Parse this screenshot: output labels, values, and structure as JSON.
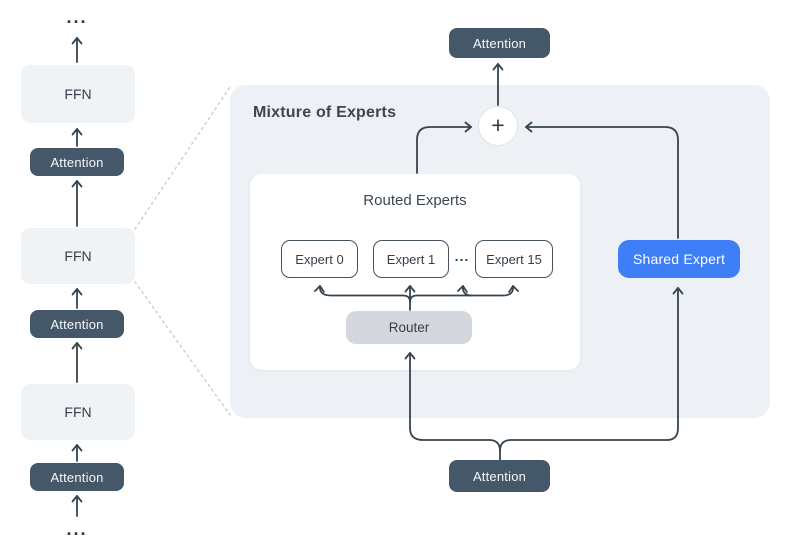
{
  "transformer_stack": {
    "dots_top": "...",
    "dots_bottom": "...",
    "blocks": [
      "FFN",
      "Attention",
      "FFN",
      "Attention",
      "FFN",
      "Attention"
    ]
  },
  "attention_top_label": "Attention",
  "attention_bottom_label": "Attention",
  "moe": {
    "title": "Mixture of Experts",
    "plus_label": "+",
    "routed_experts": {
      "title": "Routed Experts",
      "experts": [
        "Expert 0",
        "Expert 1",
        "Expert 15"
      ],
      "ellipsis": "...",
      "router_label": "Router"
    },
    "shared_expert_label": "Shared Expert"
  },
  "colors": {
    "attention_block": "#455869",
    "ffn_block": "#f0f3f6",
    "moe_background": "#edf0f4",
    "panel_white": "#ffffff",
    "shared_expert_blue": "#3e7ef7",
    "router_gray": "#d4d8de",
    "expert_border": "#46525e",
    "line": "#36444f",
    "dashed_line": "#c8cdd5",
    "text_dark": "#3a4752"
  }
}
